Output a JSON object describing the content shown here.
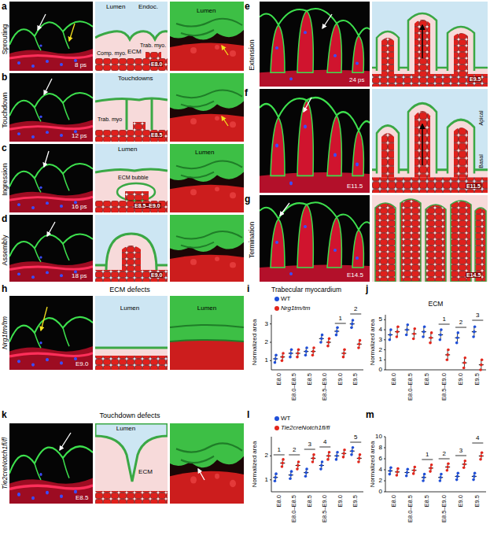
{
  "diagram": {
    "labels": [
      "a",
      "b",
      "c",
      "d",
      "e",
      "f",
      "g",
      "h",
      "i",
      "j",
      "k",
      "l",
      "m",
      "Sprouting",
      "Touchdown",
      "Ingression",
      "Assembly",
      "Extension",
      "Termination",
      "Nrg1tm/tm",
      "Tie2creNotch1fl/fl",
      "8 ps",
      "12 ps",
      "16 ps",
      "18 ps",
      "24 ps",
      "E11.5",
      "E14.5",
      "E9.0",
      "E8.5",
      "Lumen",
      "Endoc.",
      "Comp. myo.",
      "ECM",
      "Trab. myo.",
      "E8.0",
      "Lumen",
      "Touchdowns",
      "Trab. myo",
      "E8.5",
      "Lumen",
      "ECM bubble",
      "E8.5–E9.0",
      "Lumen",
      "E9.0",
      "E9.5",
      "Apical",
      "Basal",
      "E11.5",
      "E14.5",
      "ECM defects",
      "Lumen",
      "Lumen",
      "Touchdown defects",
      "Lumen",
      "ECM",
      "Trabecular myocardium",
      "Normalized area",
      "1",
      "2",
      "3",
      "E8.0",
      "E8.0–E8.5",
      "E8.5",
      "E8.5–E9.0",
      "E9.0",
      "E9.5",
      "1",
      "2",
      "ECM",
      "Normalized area",
      "0",
      "1",
      "2",
      "3",
      "4",
      "5",
      "E8.0",
      "E8.0–E8.5",
      "E8.5",
      "E8.5–E9.0",
      "E9.0",
      "E9.5",
      "1",
      "2",
      "3",
      "Normalized area",
      "1",
      "2",
      "E8.0",
      "E8.0–E8.5",
      "E8.5",
      "E8.5–E9.0",
      "E9.0",
      "E9.5",
      "1",
      "2",
      "3",
      "4",
      "5",
      "Normalized area",
      "0",
      "2",
      "4",
      "6",
      "8",
      "10",
      "E8.0",
      "E8.0–E8.5",
      "E8.5",
      "E8.5–E9.0",
      "E9.0",
      "E9.5",
      "1",
      "2",
      "3",
      "4"
    ],
    "legend": [
      {
        "text": "WT",
        "color": "#1f4fd8"
      },
      {
        "text": "Nrg1tm/tm",
        "color": "#e3261c"
      },
      {
        "text": "WT",
        "color": "#1f4fd8"
      },
      {
        "text": "Tie2creNotch1fl/fl",
        "color": "#e3261c"
      }
    ]
  }
}
